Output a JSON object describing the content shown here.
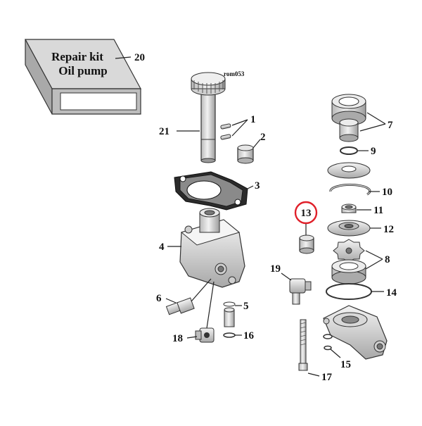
{
  "diagram": {
    "reference_code": "rom053",
    "kit_box": {
      "line1": "Repair kit",
      "line2": "Oil pump",
      "callout": "20"
    },
    "highlight": {
      "number": "13",
      "color": "#e0202a"
    },
    "callouts": {
      "c1": "1",
      "c2": "2",
      "c3": "3",
      "c4": "4",
      "c5": "5",
      "c6": "6",
      "c7": "7",
      "c8": "8",
      "c9": "9",
      "c10": "10",
      "c11": "11",
      "c12": "12",
      "c14": "14",
      "c15": "15",
      "c16": "16",
      "c17": "17",
      "c18": "18",
      "c19": "19",
      "c21": "21"
    }
  }
}
